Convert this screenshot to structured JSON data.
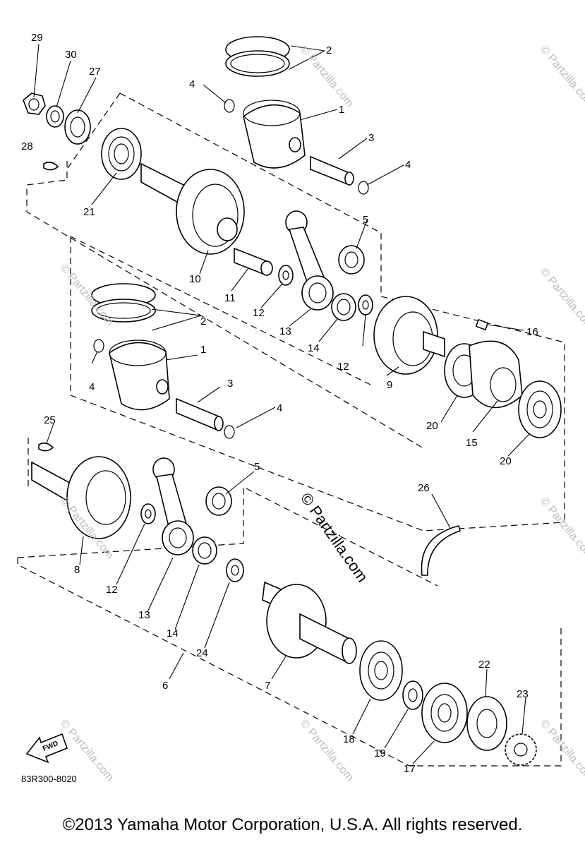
{
  "watermark": {
    "main": "© Partzilla.com",
    "small": "© Partzilla.com"
  },
  "diagram_code": "83R300-8020",
  "fwd_label": "FWD",
  "copyright": "©2013 Yamaha Motor Corporation, U.S.A. All rights reserved.",
  "callouts": {
    "c29": "29",
    "c30": "30",
    "c27": "27",
    "c28": "28",
    "c21": "21",
    "c2_top": "2",
    "c1_top": "1",
    "c4_top_left": "4",
    "c3_top": "3",
    "c4_top_right": "4",
    "c5_top": "5",
    "c10": "10",
    "c11": "11",
    "c12_a": "12",
    "c13_top": "13",
    "c14_top": "14",
    "c12_b": "12",
    "c9": "9",
    "c16": "16",
    "c20_a": "20",
    "c15": "15",
    "c20_b": "20",
    "c2_mid": "2",
    "c1_mid": "1",
    "c4_mid_left": "4",
    "c3_mid": "3",
    "c4_mid_right": "4",
    "c25": "25",
    "c5_mid": "5",
    "c26": "26",
    "c8": "8",
    "c12_c": "12",
    "c13_mid": "13",
    "c14_mid": "14",
    "c24": "24",
    "c6": "6",
    "c7": "7",
    "c18": "18",
    "c19": "19",
    "c17": "17",
    "c22": "22",
    "c23": "23"
  }
}
